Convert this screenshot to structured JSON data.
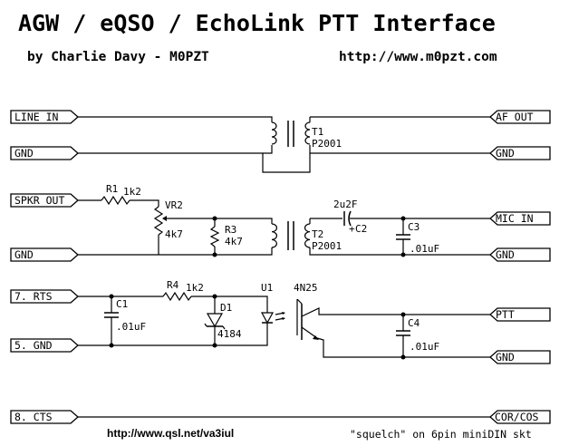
{
  "header": {
    "title": "AGW / eQSO / EchoLink PTT Interface",
    "author": "by Charlie Davy - M0PZT",
    "website": "http://www.m0pzt.com"
  },
  "ports": {
    "line_in": "LINE IN",
    "gnd": "GND",
    "spkr_out": "SPKR OUT",
    "rts": "7. RTS",
    "gnd5": "5. GND",
    "cts": "8. CTS",
    "af_out": "AF OUT",
    "mic_in": "MIC IN",
    "ptt": "PTT",
    "cor_cos": "COR/COS"
  },
  "components": {
    "t1_ref": "T1",
    "t1_part": "P2001",
    "t2_ref": "T2",
    "t2_part": "P2001",
    "r1_ref": "R1",
    "r1_val": "1k2",
    "vr2_ref": "VR2",
    "vr2_val": "4k7",
    "r3_ref": "R3",
    "r3_val": "4k7",
    "c2_val": "2u2F",
    "c2_ref": "C2",
    "c3_ref": "C3",
    "c3_val": ".01uF",
    "c1_ref": "C1",
    "c1_val": ".01uF",
    "r4_ref": "R4",
    "r4_val": "1k2",
    "d1_ref": "D1",
    "d1_val": "4184",
    "u1_ref": "U1",
    "u1_part": "4N25",
    "c4_ref": "C4",
    "c4_val": ".01uF"
  },
  "footer": {
    "credit_url": "http://www.qsl.net/va3iul",
    "squelch_note": "\"squelch\" on 6pin miniDIN skt"
  }
}
